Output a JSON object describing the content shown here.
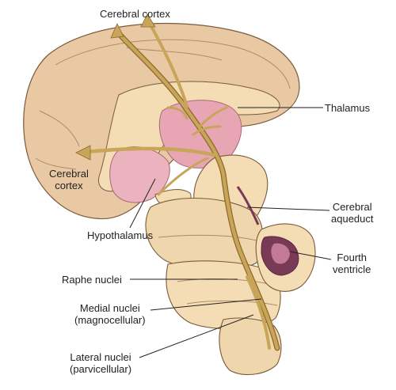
{
  "colors": {
    "tissue_light": "#f4dcb4",
    "tissue_mid": "#e6c99c",
    "tissue_cortex": "#e8c9a4",
    "outline": "#7a5a3a",
    "thalamus_pink": "#e8a6b4",
    "ventricle_dark": "#7a3a56",
    "pathway": "#c9a55a",
    "pathway_dark": "#8a6a2a",
    "leader_line": "#222222"
  },
  "labels": {
    "cerebral_cortex_top": "Cerebral cortex",
    "thalamus": "Thalamus",
    "cerebral_cortex_left_1": "Cerebral",
    "cerebral_cortex_left_2": "cortex",
    "cerebral_aqueduct_1": "Cerebral",
    "cerebral_aqueduct_2": "aqueduct",
    "hypothalamus": "Hypothalamus",
    "fourth_ventricle_1": "Fourth",
    "fourth_ventricle_2": "ventricle",
    "raphe_nuclei": "Raphe nuclei",
    "medial_nuclei_1": "Medial nuclei",
    "medial_nuclei_2": "(magnocellular)",
    "lateral_nuclei_1": "Lateral nuclei",
    "lateral_nuclei_2": "(parvicellular)"
  }
}
